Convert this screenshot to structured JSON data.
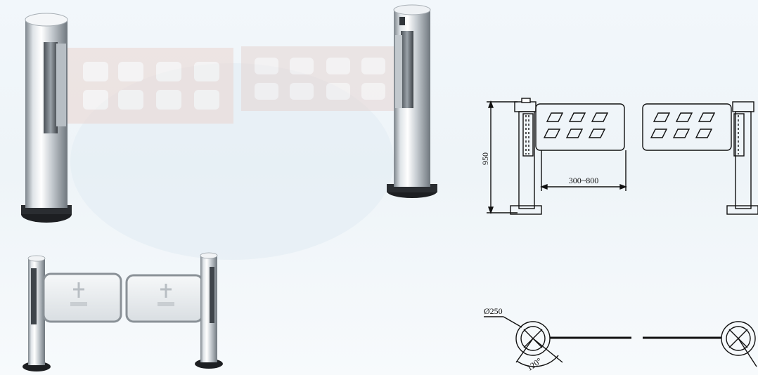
{
  "drawing": {
    "front_view": {
      "height_label": "950",
      "width_label": "300~800"
    },
    "plan_view": {
      "diameter_label": "Ø250",
      "angle_label": "120°"
    }
  },
  "colors": {
    "steel_light": "#eef1f4",
    "steel_dark": "#8e959c",
    "base": "#1d1f22",
    "line": "#111111",
    "panel_ghost": "#e6d4cf"
  }
}
